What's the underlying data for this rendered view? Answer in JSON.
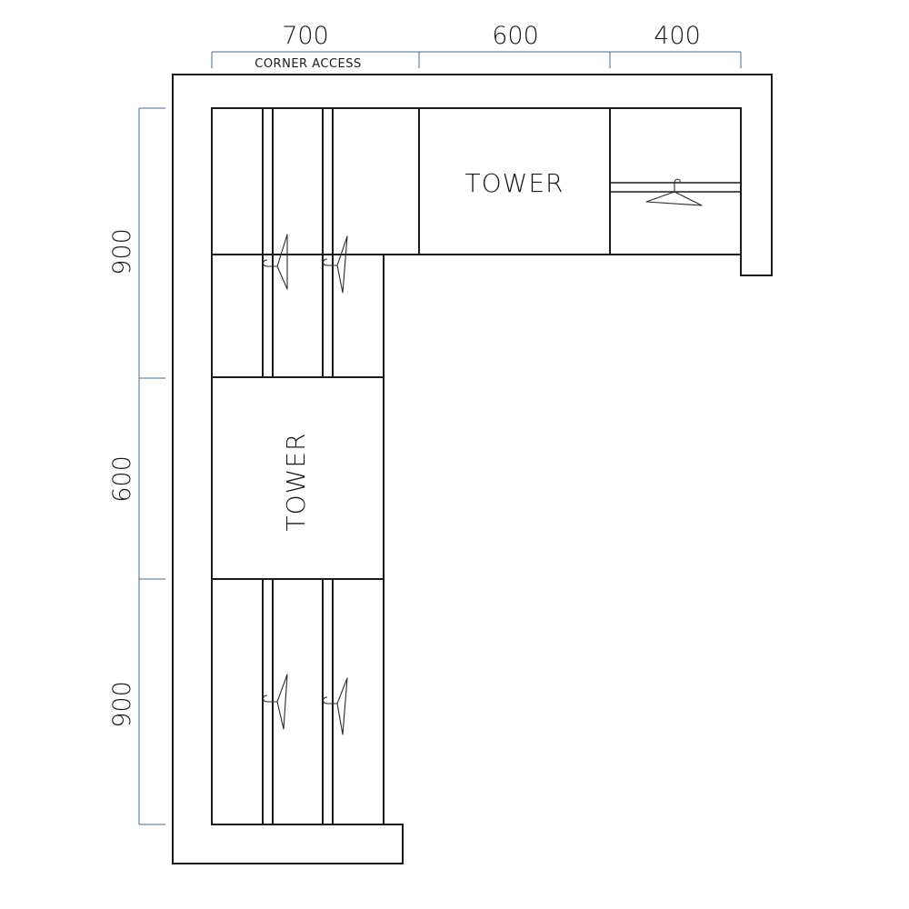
{
  "dimensions": {
    "top": [
      {
        "label": "700",
        "note": "CORNER ACCESS"
      },
      {
        "label": "600",
        "note": ""
      },
      {
        "label": "400",
        "note": ""
      }
    ],
    "left": [
      {
        "label": "900"
      },
      {
        "label": "600"
      },
      {
        "label": "900"
      }
    ]
  },
  "units": {
    "tower_top": {
      "label": "TOWER"
    },
    "tower_left": {
      "label": "TOWER"
    }
  },
  "colors": {
    "outline": "#1a1a1a",
    "dimension_line": "#4d6a86"
  }
}
